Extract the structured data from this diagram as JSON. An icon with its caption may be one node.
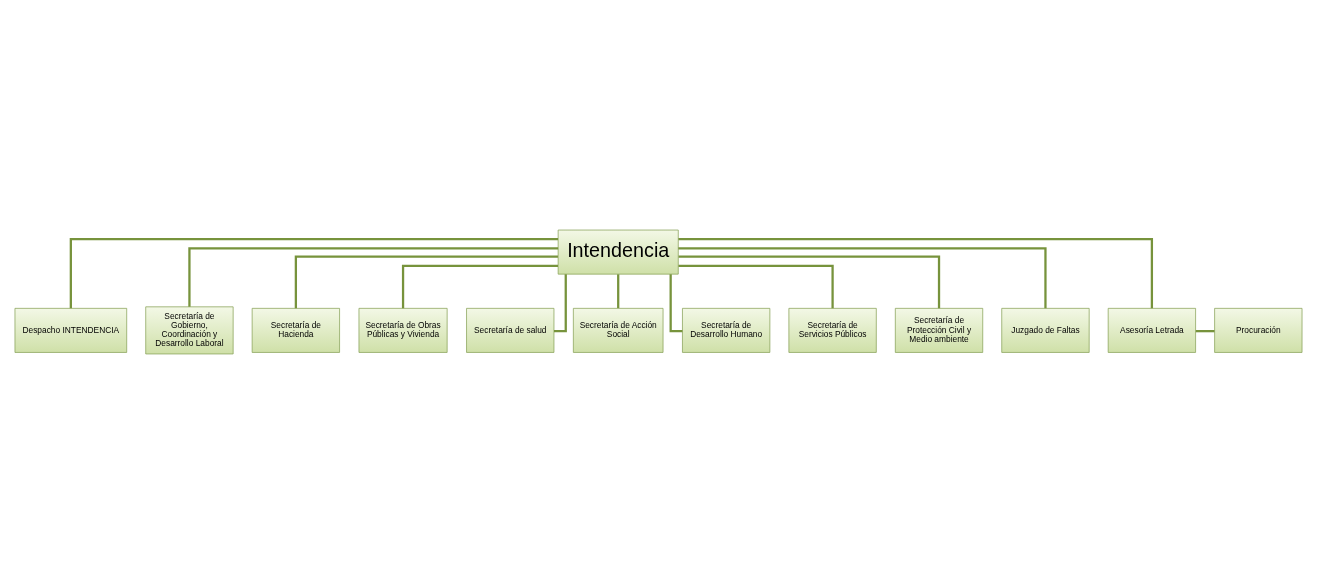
{
  "diagram": {
    "nodes": [
      {
        "text": [
          "Intendencia"
        ]
      },
      {
        "text": [
          "Despacho INTENDENCIA"
        ]
      },
      {
        "text": [
          "Secretaría de Gobierno, Coordinación y Desarrollo Laboral"
        ]
      },
      {
        "text": [
          "Secretaría de Hacienda"
        ]
      },
      {
        "text": [
          "Secretaría de Obras Públicas y Vivienda"
        ]
      },
      {
        "text": [
          "Secretaría de salud"
        ]
      },
      {
        "text": [
          "Secretaría de Acción Social"
        ]
      },
      {
        "text": [
          "Secretaría de Desarrollo Humano"
        ]
      },
      {
        "text": [
          "Secretaría de Servicios Públicos"
        ]
      },
      {
        "text": [
          "Secretaría de Protección Civil y Medio ambiente"
        ]
      },
      {
        "text": [
          "Juzgado de Faltas"
        ]
      },
      {
        "text": [
          "Asesoría Letrada"
        ]
      },
      {
        "text": [
          "Procuración"
        ]
      }
    ],
    "edges": [
      {
        "from": 0,
        "to": 1,
        "arrow": "none"
      },
      {
        "from": 0,
        "to": 2,
        "arrow": "none"
      },
      {
        "from": 0,
        "to": 3,
        "arrow": "none"
      },
      {
        "from": 0,
        "to": 4,
        "arrow": "none"
      },
      {
        "from": 0,
        "to": 5,
        "arrow": "none"
      },
      {
        "from": 0,
        "to": 6,
        "arrow": "none"
      },
      {
        "from": 0,
        "to": 7,
        "arrow": "none"
      },
      {
        "from": 0,
        "to": 8,
        "arrow": "none"
      },
      {
        "from": 0,
        "to": 9,
        "arrow": "none"
      },
      {
        "from": 0,
        "to": 10,
        "arrow": "none"
      },
      {
        "from": 0,
        "to": 11,
        "arrow": "none"
      },
      {
        "from": 11,
        "to": 12,
        "arrow": "none"
      }
    ]
  }
}
